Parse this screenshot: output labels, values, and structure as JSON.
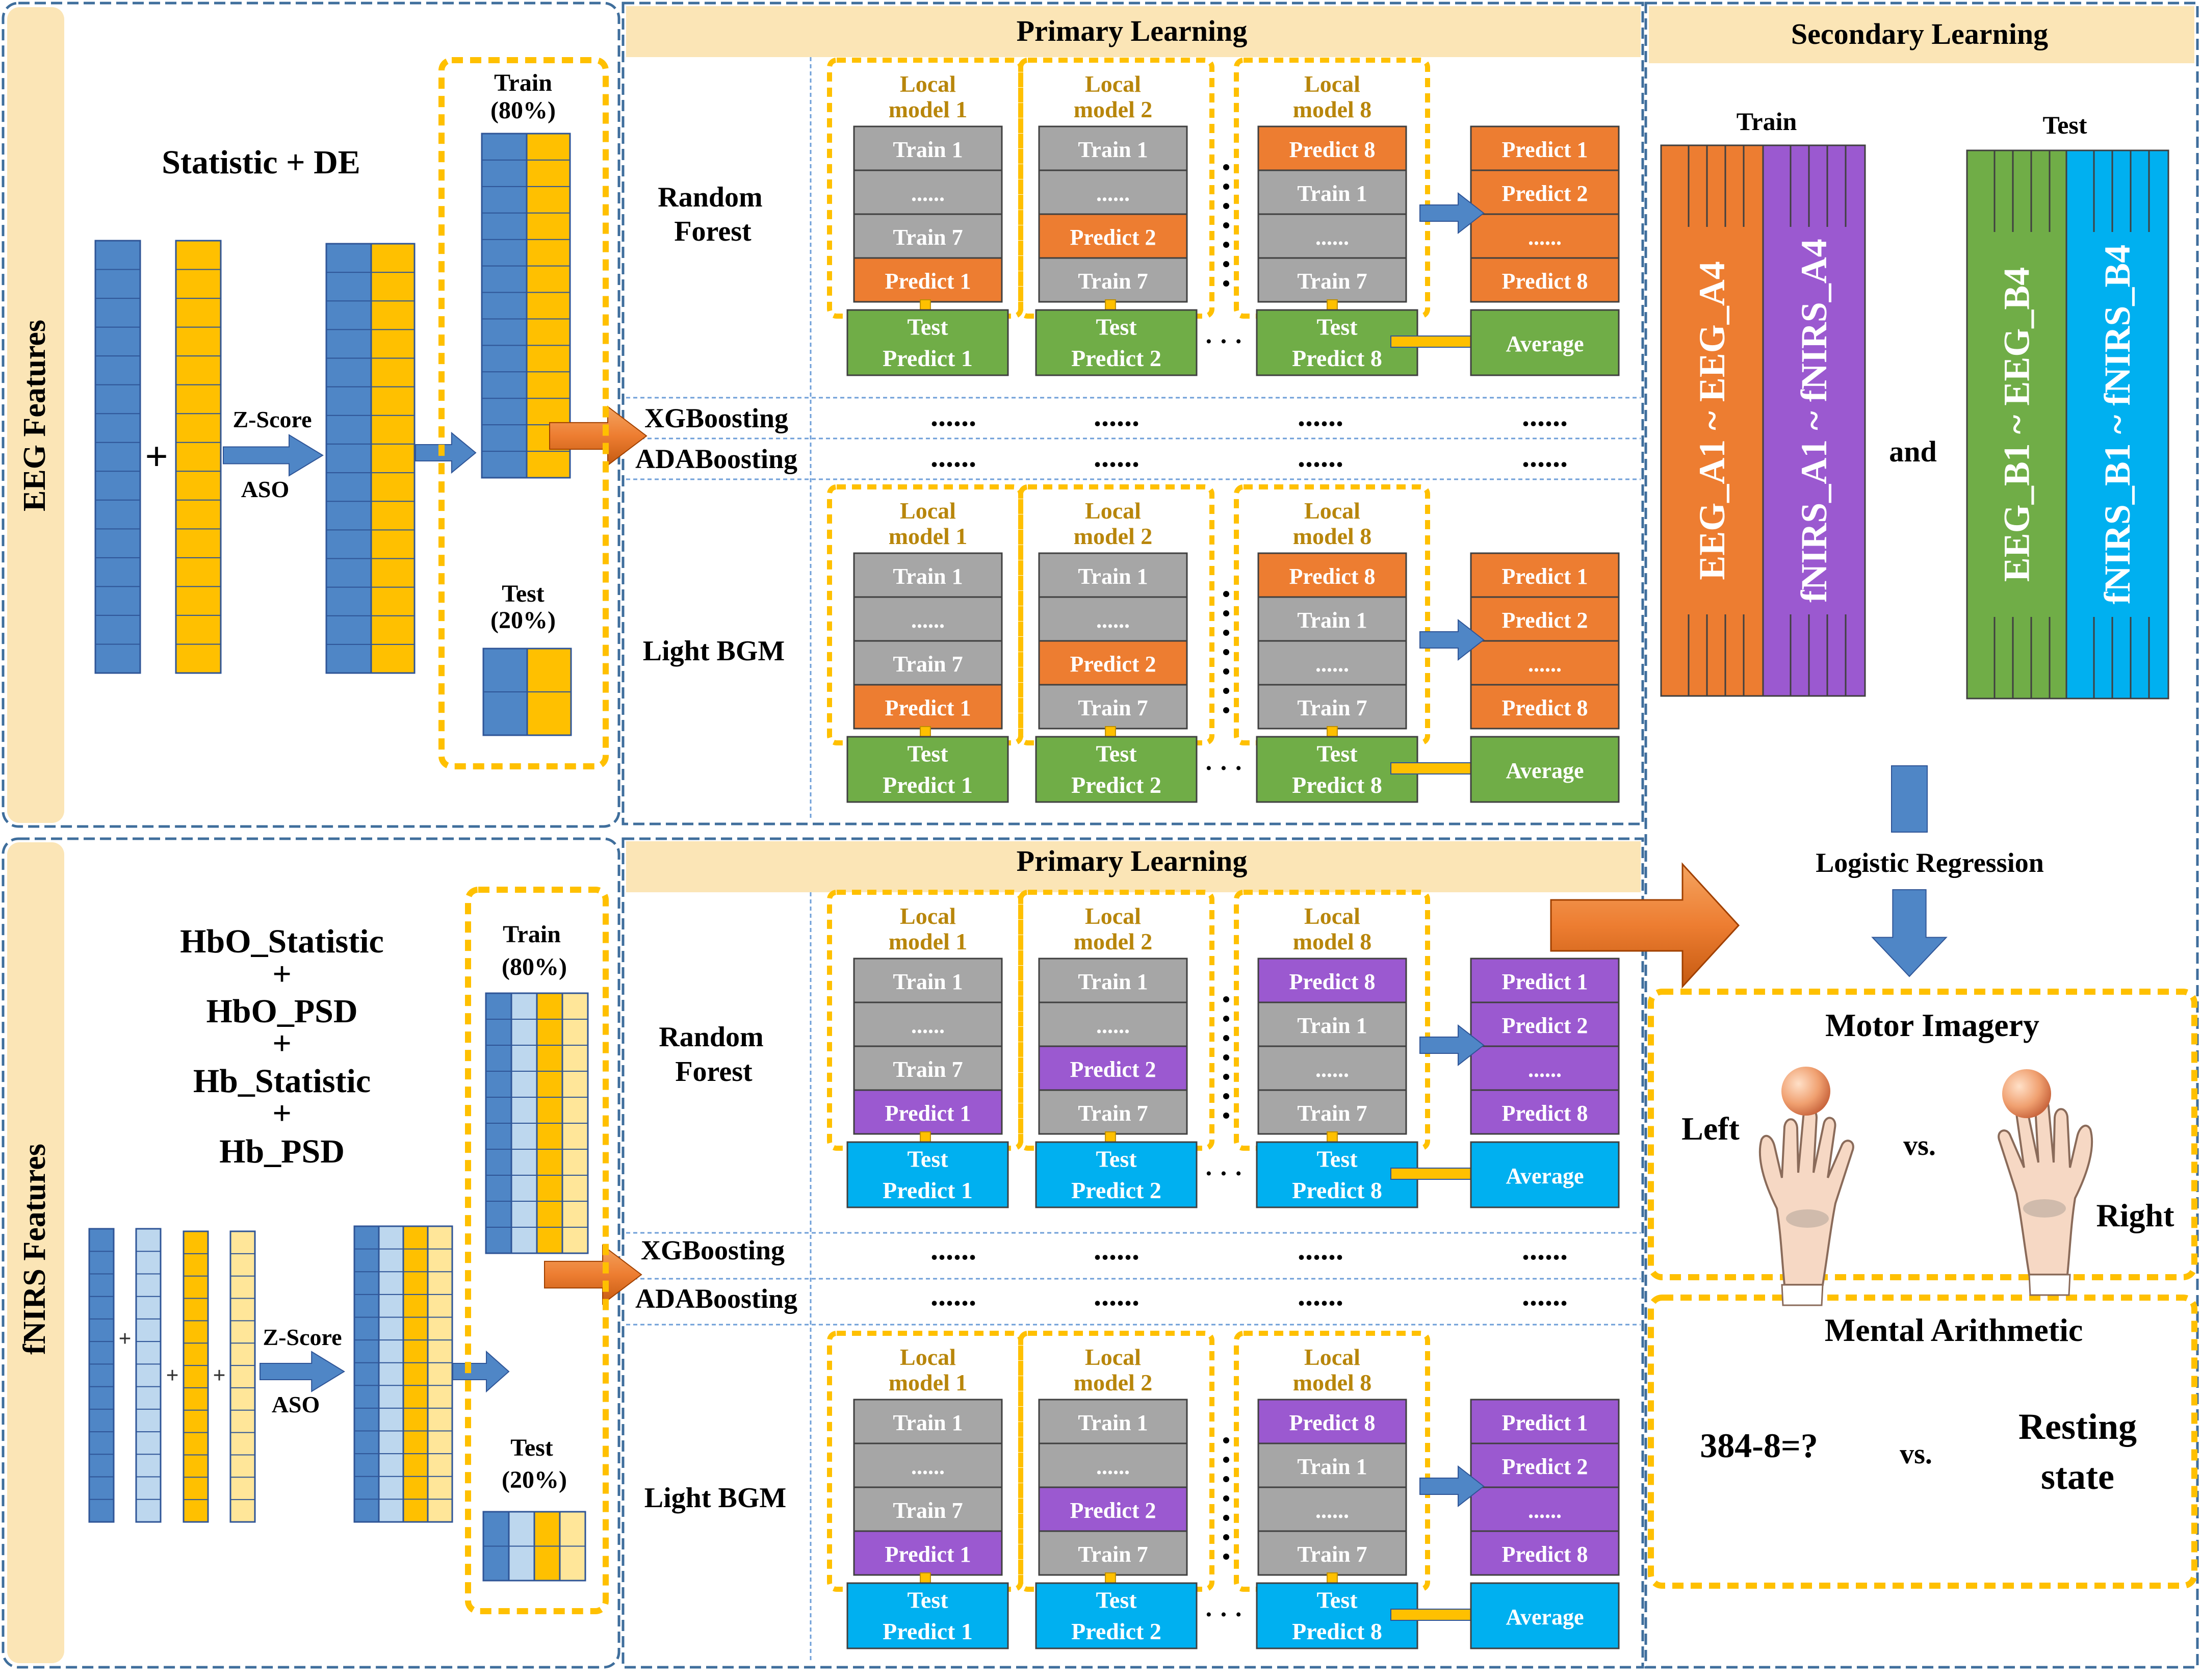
{
  "colors": {
    "blue": "#4f86c6",
    "orange": "#ed7d31",
    "yellow": "#ffc000",
    "lightYellow": "#ffe699",
    "lightBlue": "#bdd7ee",
    "gray": "#a6a6a6",
    "green": "#70ad47",
    "purple": "#9b59d0",
    "cyan": "#00b0f0",
    "beige": "#fbe5b6",
    "gold": "#b8860b"
  },
  "icons": [
    "add-icon",
    "right-arrow-icon",
    "down-arrow-icon",
    "hand-ball-icon"
  ],
  "eeg": {
    "side_label": "EEG Features",
    "title": "Statistic + DE",
    "plus": "+",
    "zscore": "Z-Score",
    "aso": "ASO",
    "train": "Train",
    "train_pct": "(80%)",
    "test": "Test",
    "test_pct": "(20%)"
  },
  "fnirs": {
    "side_label": "fNIRS Features",
    "title_lines": [
      "HbO_Statistic",
      "+",
      "HbO_PSD",
      "+",
      "Hb_Statistic",
      "+",
      "Hb_PSD"
    ],
    "plus": "+",
    "zscore": "Z-Score",
    "aso": "ASO",
    "train": "Train",
    "train_pct": "(80%)",
    "test": "Test",
    "test_pct": "(20%)"
  },
  "primary": {
    "header": "Primary Learning",
    "rf": "Random Forest",
    "xgb": "XGBoosting",
    "ada": "ADABoosting",
    "lgbm": "Light BGM",
    "dots": "......",
    "local1": "Local model 1",
    "local2": "Local model 2",
    "local8": "Local model 8",
    "train1": "Train 1",
    "train7": "Train 7",
    "predict1": "Predict 1",
    "predict2": "Predict 2",
    "predict8": "Predict 8",
    "test": "Test",
    "test_predict1": "Predict 1",
    "test_predict2": "Predict 2",
    "test_predict8": "Predict 8",
    "average": "Average",
    "ellipsis": "· · ·"
  },
  "secondary": {
    "header": "Secondary Learning",
    "train": "Train",
    "test": "Test",
    "and": "and",
    "bar_eeg_a": "EEG_A1 ~ EEG_A4",
    "bar_fnirs_a": "fNIRS_A1 ~ fNIRS_A4",
    "bar_eeg_b": "EEG_B1 ~ EEG_B4",
    "bar_fnirs_b": "fNIRS_B1 ~ fNIRS_B4",
    "logistic": "Logistic Regression",
    "motor": "Motor Imagery",
    "left": "Left",
    "vs": "vs.",
    "right": "Right",
    "mental": "Mental Arithmetic",
    "equation": "384-8=?",
    "resting_1": "Resting",
    "resting_2": "state"
  }
}
